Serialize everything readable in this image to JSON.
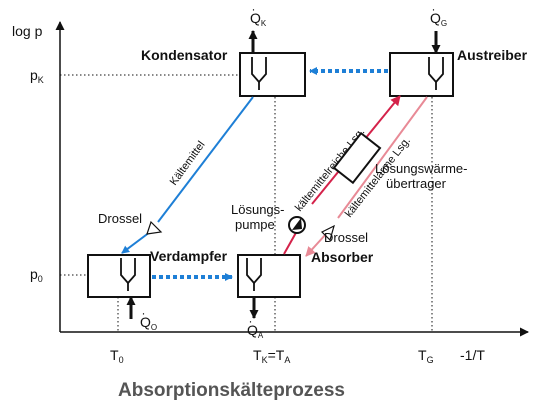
{
  "axes": {
    "y_label": "log p",
    "x_label": "-1/T",
    "y_ticks": [
      {
        "main": "p",
        "sub": "K"
      },
      {
        "main": "p",
        "sub": "0"
      }
    ],
    "x_ticks": [
      {
        "main": "T",
        "sub": "0",
        "rest": ""
      },
      {
        "main": "T",
        "sub": "K",
        "rest": "=T",
        "sub2": "A"
      },
      {
        "main": "T",
        "sub": "G",
        "rest": ""
      }
    ]
  },
  "components": {
    "kondensator": "Kondensator",
    "austreiber": "Austreiber",
    "verdampfer": "Verdampfer",
    "absorber": "Absorber",
    "ueberträger_line1": "Lösungswärme-",
    "ueberträger_line2": "übertrager",
    "pumpe_line1": "Lösungs-",
    "pumpe_line2": "pumpe"
  },
  "heat_flows": {
    "qk": {
      "main": "Q",
      "sub": "K"
    },
    "qg": {
      "main": "Q",
      "sub": "G"
    },
    "q0": {
      "main": "Q",
      "sub": "O"
    },
    "qa": {
      "main": "Q",
      "sub": "A"
    }
  },
  "line_labels": {
    "kaeltemittel": "Kältemittel",
    "reiche": "kältemittelreiche Lsg.",
    "arme": "kältemittelarme Lsg.",
    "drossel_left": "Drossel",
    "drossel_right": "Drossel"
  },
  "title": "Absorptionskälteprozess",
  "colors": {
    "blue": "#1e7fd6",
    "red": "#d4224a",
    "pink": "#e88a96",
    "black": "#111111"
  }
}
